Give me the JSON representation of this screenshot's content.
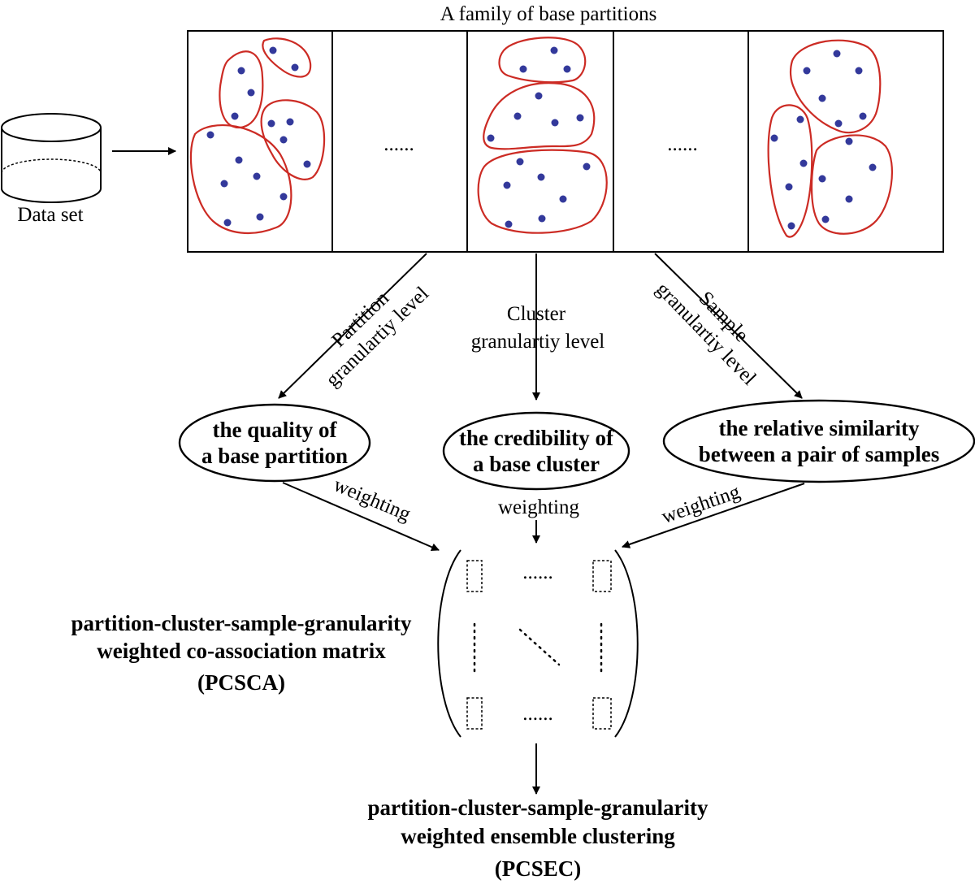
{
  "title": "A family of base partitions",
  "dataset_label": "Data set",
  "gap_ellipsis": "......",
  "granularity_levels": [
    {
      "line1": "Partition",
      "line2": "granulartiy level"
    },
    {
      "line1": "Cluster",
      "line2": "granulartiy level"
    },
    {
      "line1": "Sample",
      "line2": "granulartiy level"
    }
  ],
  "nodes": [
    {
      "line1": "the quality of",
      "line2": "a base partition"
    },
    {
      "line1": "the credibility of",
      "line2": "a base cluster"
    },
    {
      "line1": "the relative similarity",
      "line2": "between a pair of samples"
    }
  ],
  "weighting_label": "weighting",
  "matrix": {
    "ellipsis": "......",
    "name_lines": [
      "partition-cluster-sample-granularity",
      "weighted co-association matrix",
      "(PCSCA)"
    ]
  },
  "output": {
    "name_lines": [
      "partition-cluster-sample-granularity",
      "weighted ensemble clustering",
      "(PCSEC)"
    ]
  },
  "colors": {
    "cluster_outline": "#cc2b24",
    "sample_point": "#33399b"
  }
}
